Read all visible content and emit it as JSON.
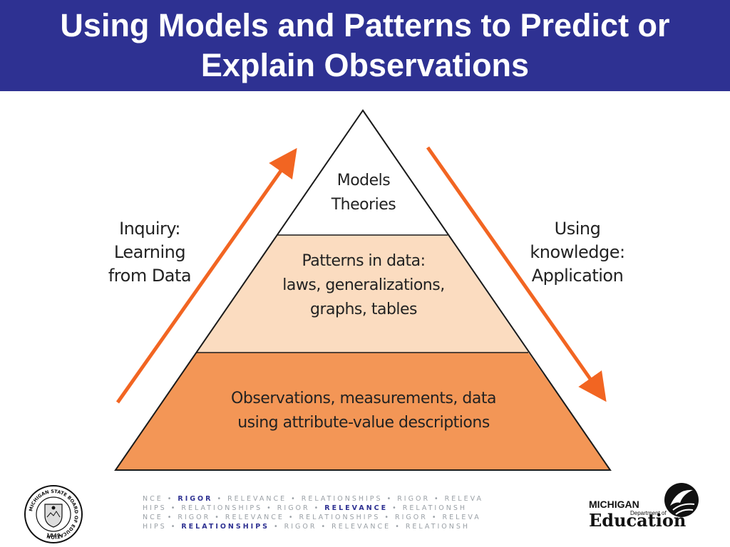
{
  "title": {
    "line1": "Using Models and Patterns to Predict or",
    "line2": "Explain Observations"
  },
  "pyramid": {
    "top": [
      "Models",
      "Theories"
    ],
    "middle": [
      "Patterns in data:",
      "laws, generalizations,",
      "graphs, tables"
    ],
    "bottom": [
      "Observations, measurements, data",
      "using attribute-value descriptions"
    ]
  },
  "left_arrow_label": [
    "Inquiry:",
    "Learning",
    "from Data"
  ],
  "right_arrow_label": [
    "Using",
    "knowledge:",
    "Application"
  ],
  "colors": {
    "title_bar": "#2e3192",
    "top_tier": "#ffffff",
    "middle_tier": "#fbdcc0",
    "bottom_tier": "#f39656",
    "arrow": "#f26522"
  },
  "footer": {
    "seal": {
      "ring_text": "MICHIGAN STATE BOARD OF EDUCATION",
      "year": "1849"
    },
    "strip_lines": [
      [
        {
          "t": "NCE • ",
          "h": false
        },
        {
          "t": "RIGOR",
          "h": true
        },
        {
          "t": " • RELEVANCE • RELATIONSHIPS • RIGOR • RELEVA",
          "h": false
        }
      ],
      [
        {
          "t": "HIPS • RELATIONSHIPS • RIGOR • ",
          "h": false
        },
        {
          "t": "RELEVANCE",
          "h": true
        },
        {
          "t": " • RELATIONSH",
          "h": false
        }
      ],
      [
        {
          "t": "NCE • RIGOR • RELEVANCE • RELATIONSHIPS • RIGOR • RELEVA",
          "h": false
        }
      ],
      [
        {
          "t": "HIPS • ",
          "h": false
        },
        {
          "t": "RELATIONSHIPS",
          "h": true
        },
        {
          "t": " • RIGOR • RELEVANCE • RELATIONSH",
          "h": false
        }
      ]
    ],
    "logo": {
      "michigan": "MICHIGAN",
      "department": "Department of",
      "education": "Education"
    }
  }
}
